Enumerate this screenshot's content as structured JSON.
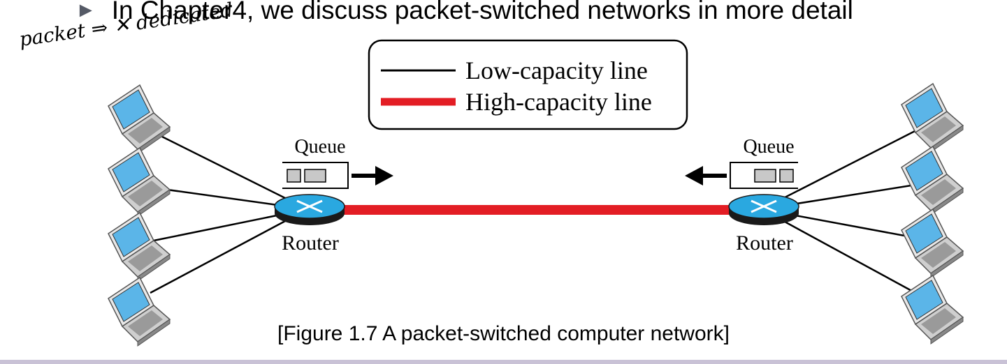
{
  "slide": {
    "bullet_text": "In Chapter4, we discuss packet-switched networks in more detail",
    "annotation": "packet ⇒ ✕ dedicated",
    "caption": "[Figure 1.7 A packet-switched computer network]"
  },
  "legend": {
    "low_label": "Low-capacity line",
    "high_label": "High-capacity line"
  },
  "left_router": {
    "label": "Router",
    "queue_label": "Queue"
  },
  "right_router": {
    "label": "Router",
    "queue_label": "Queue"
  },
  "colors": {
    "high_capacity": "#e31d24",
    "router": "#2aa8e0",
    "packet": "#c8c8c8",
    "bottom_bar": "#c9c2d6"
  }
}
